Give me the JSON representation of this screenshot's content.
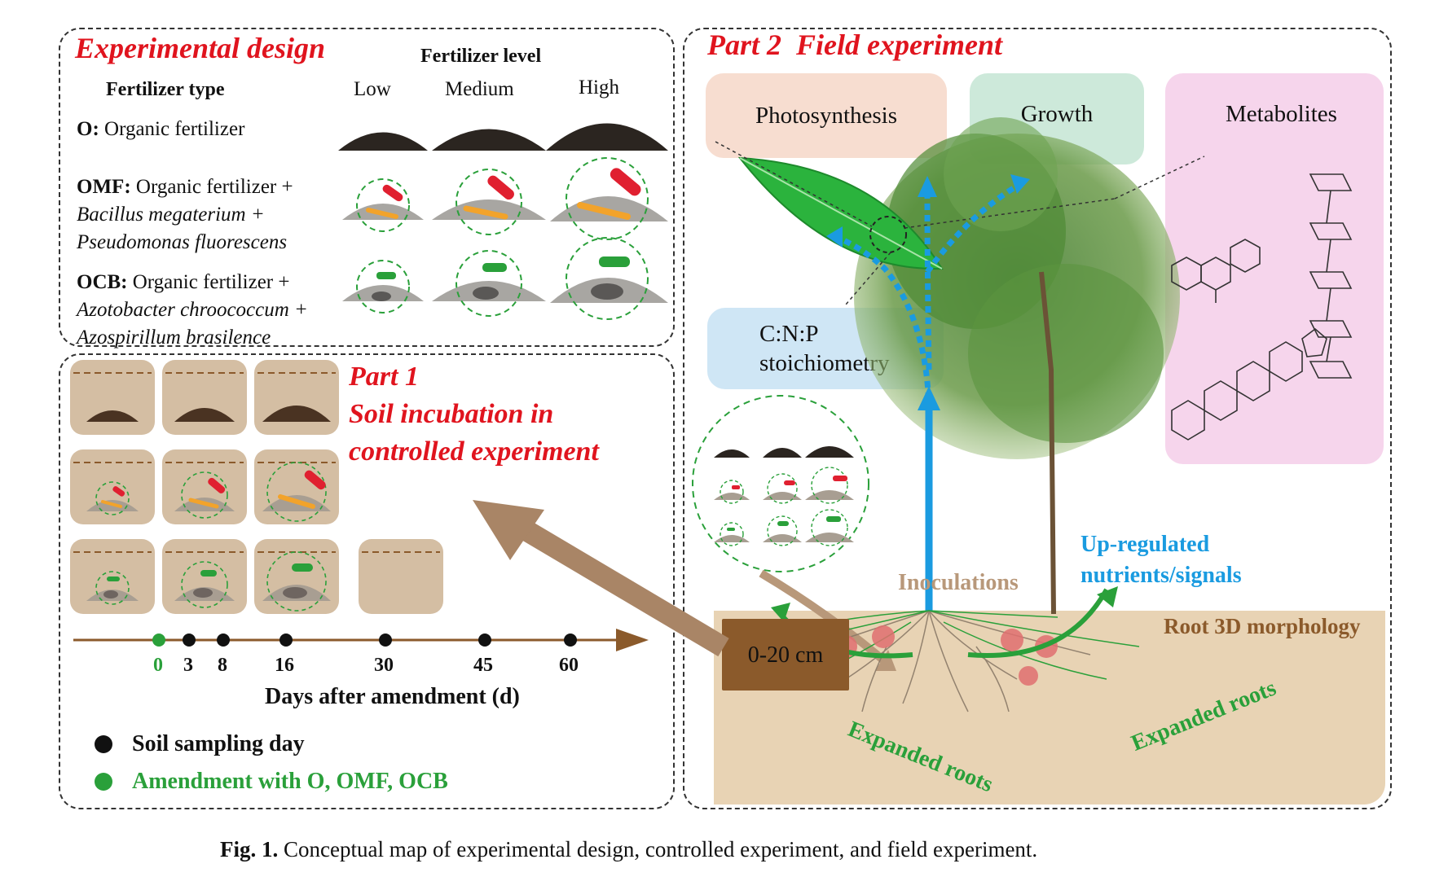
{
  "design": {
    "title": "Experimental design",
    "level_header": "Fertilizer level",
    "type_header": "Fertilizer type",
    "levels": [
      "Low",
      "Medium",
      "High"
    ],
    "types": [
      {
        "code": "O:",
        "line1": "Organic fertilizer",
        "line2": "",
        "line3": ""
      },
      {
        "code": "OMF:",
        "line1": "Organic fertilizer +",
        "line2": "Bacillus megaterium +",
        "line3": "Pseudomonas fluorescens"
      },
      {
        "code": "OCB:",
        "line1": "Organic fertilizer +",
        "line2": "Azotobacter chroococcum +",
        "line3": "Azospirillum brasilence"
      }
    ]
  },
  "part1": {
    "title_line1": "Part 1",
    "title_line2": "Soil incubation in",
    "title_line3": "controlled experiment",
    "days": [
      "0",
      "3",
      "8",
      "16",
      "30",
      "45",
      "60"
    ],
    "axis_label": "Days after amendment (d)",
    "legend_sampling": "Soil sampling day",
    "legend_amendment": "Amendment with O, OMF, OCB"
  },
  "part2": {
    "title": "Part 2  Field experiment",
    "photosynthesis": "Photosynthesis",
    "growth": "Growth",
    "metabolites": "Metabolites",
    "stoich_line1": "C:N:P",
    "stoich_line2": "stoichiometry",
    "depth": "0-20 cm",
    "inoculations": "Inoculations",
    "upregulated_line1": "Up-regulated",
    "upregulated_line2": "nutrients/signals",
    "root_morphology": "Root 3D morphology",
    "expanded_left": "Expanded roots",
    "expanded_right": "Expanded roots"
  },
  "caption": {
    "label": "Fig. 1.",
    "text": "Conceptual map of experimental design, controlled experiment, and field experiment."
  },
  "colors": {
    "title_red": "#e0141e",
    "accent_green": "#2aa03a",
    "accent_blue": "#1a9be0",
    "brown": "#8b5a2b",
    "soil": "#e8d3b4"
  }
}
